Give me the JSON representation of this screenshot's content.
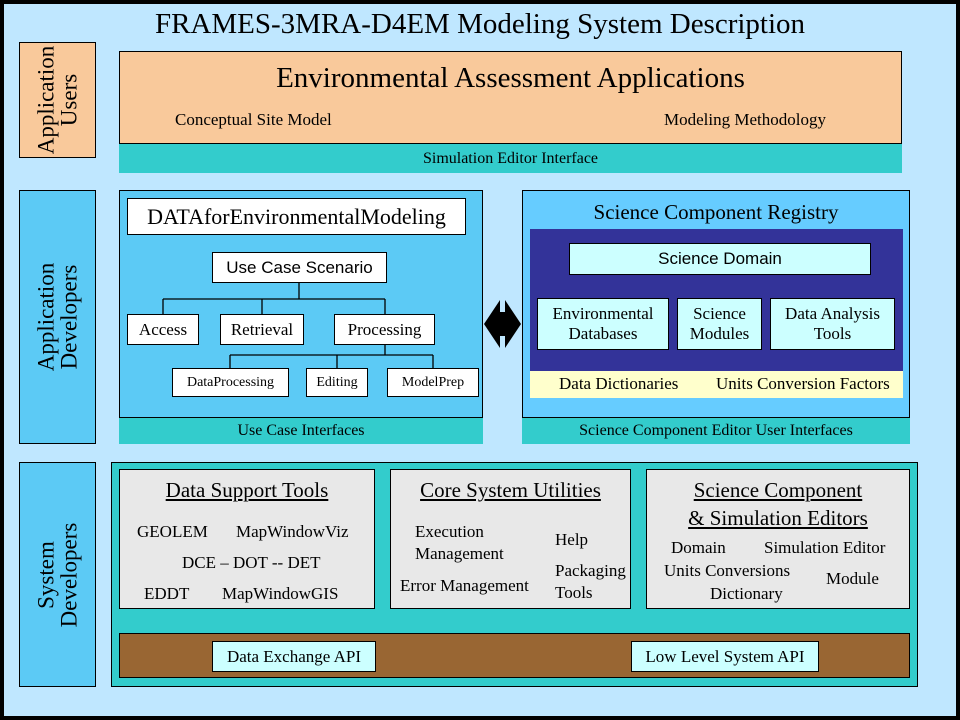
{
  "title": "FRAMES-3MRA-D4EM Modeling System Description",
  "rows": {
    "users_label": "Application Users",
    "developers_label": "Application Developers",
    "system_label": "System Developers"
  },
  "env_apps": {
    "title": "Environmental Assessment Applications",
    "left": "Conceptual Site Model",
    "right": "Modeling Methodology",
    "interface": "Simulation Editor Interface"
  },
  "data4em": {
    "title": "DATAforEnvironmentalModeling",
    "scenario": "Use Case Scenario",
    "access": "Access",
    "retrieval": "Retrieval",
    "processing": "Processing",
    "data_processing": "DataProcessing",
    "editing": "Editing",
    "model_prep": "ModelPrep",
    "interface": "Use Case Interfaces"
  },
  "registry": {
    "title": "Science Component Registry",
    "domain": "Science Domain",
    "env_db": "Environmental Databases",
    "modules": "Science Modules",
    "tools": "Data Analysis Tools",
    "dictionaries": "Data Dictionaries",
    "units": "Units Conversion Factors",
    "interface": "Science Component Editor User Interfaces"
  },
  "data_support": {
    "title": "Data Support Tools",
    "geolem": "GEOLEM",
    "mapviz": "MapWindowViz",
    "dce": "DCE – DOT -- DET",
    "eddt": "EDDT",
    "mapgis": "MapWindowGIS"
  },
  "core": {
    "title": "Core System Utilities",
    "exec": "Execution Management",
    "help": "Help",
    "error": "Error Management",
    "packaging": "Packaging Tools"
  },
  "editors": {
    "title_line1": "Science Component",
    "title_line2": "& Simulation Editors",
    "domain": "Domain",
    "sim_editor": "Simulation Editor",
    "units": "Units Conversions",
    "dictionary": "Dictionary",
    "module": "Module"
  },
  "apis": {
    "data_exchange": "Data Exchange API",
    "low_level": "Low Level System API"
  }
}
